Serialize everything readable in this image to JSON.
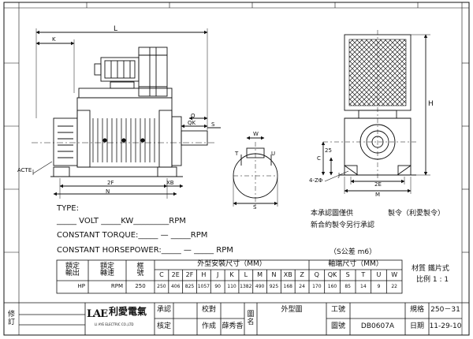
{
  "drawing": {
    "dims": {
      "L": "L",
      "H": "H",
      "Q": "Q",
      "QK": "QK",
      "S": "S",
      "W": "W",
      "T": "T",
      "U": "U",
      "K": "K",
      "C": "C",
      "F2": "2F",
      "N": "N",
      "XB": "XB",
      "E2": "2E",
      "M": "M",
      "J": "J",
      "Z4": "4-ZΦ",
      "D25": "25",
      "acte": "ACTE"
    }
  },
  "specs": {
    "type_label": "TYPE:",
    "volt_line": "_____ VOLT _____KW_________RPM",
    "torque_line": "CONSTANT TORQUE:_____ — _____RPM",
    "hp_line": "CONSTANT HORSEPOWER:_____ — _____ RPM",
    "note1": "本承認圖僅供",
    "note2": "新合約製令另行承認",
    "order_label": "製令（利愛製令）",
    "tolerance": "（S公差 m6）"
  },
  "spec_table": {
    "rated_output": "額定\n輸出",
    "rated_speed": "額定\n轉速",
    "frame_no": "框\n號",
    "install_group": "外型安裝尺寸（MM）",
    "shaft_group": "軸端尺寸（MM）",
    "install_cols": [
      "C",
      "2E",
      "2F",
      "H",
      "J",
      "K",
      "L",
      "M",
      "N",
      "XB",
      "Z"
    ],
    "shaft_cols": [
      "Q",
      "QK",
      "S",
      "T",
      "U",
      "W"
    ],
    "unit_hp": "HP",
    "unit_rpm": "RPM",
    "frame_value": "250",
    "install_values": [
      "250",
      "406",
      "825",
      "1057",
      "90",
      "110",
      "1382",
      "490",
      "925",
      "168",
      "24"
    ],
    "shaft_values": [
      "170",
      "160",
      "85",
      "14",
      "9",
      "22"
    ],
    "material": "材質 鐵片式",
    "scale": "比例 1 : 1"
  },
  "title_block": {
    "revision": "修\n訂",
    "logo_text": "LAE",
    "company_cn": "利愛電氣",
    "company_en": "LI AYE ELECTRIC CO.,LTD",
    "drafter_label": "承認",
    "approve_label": "核定",
    "check_label": "校對",
    "author_label": "作成",
    "author_name": "薛秀香",
    "drawing_label": "圖\n名",
    "drawing_name": "外型圖",
    "job_label": "工號",
    "job_value": "",
    "drawing_no_label": "圖號",
    "drawing_no": "DB0607A",
    "spec_label": "規格",
    "spec_value": "250－31",
    "date_label": "日期",
    "date_value": "11-29-10"
  }
}
